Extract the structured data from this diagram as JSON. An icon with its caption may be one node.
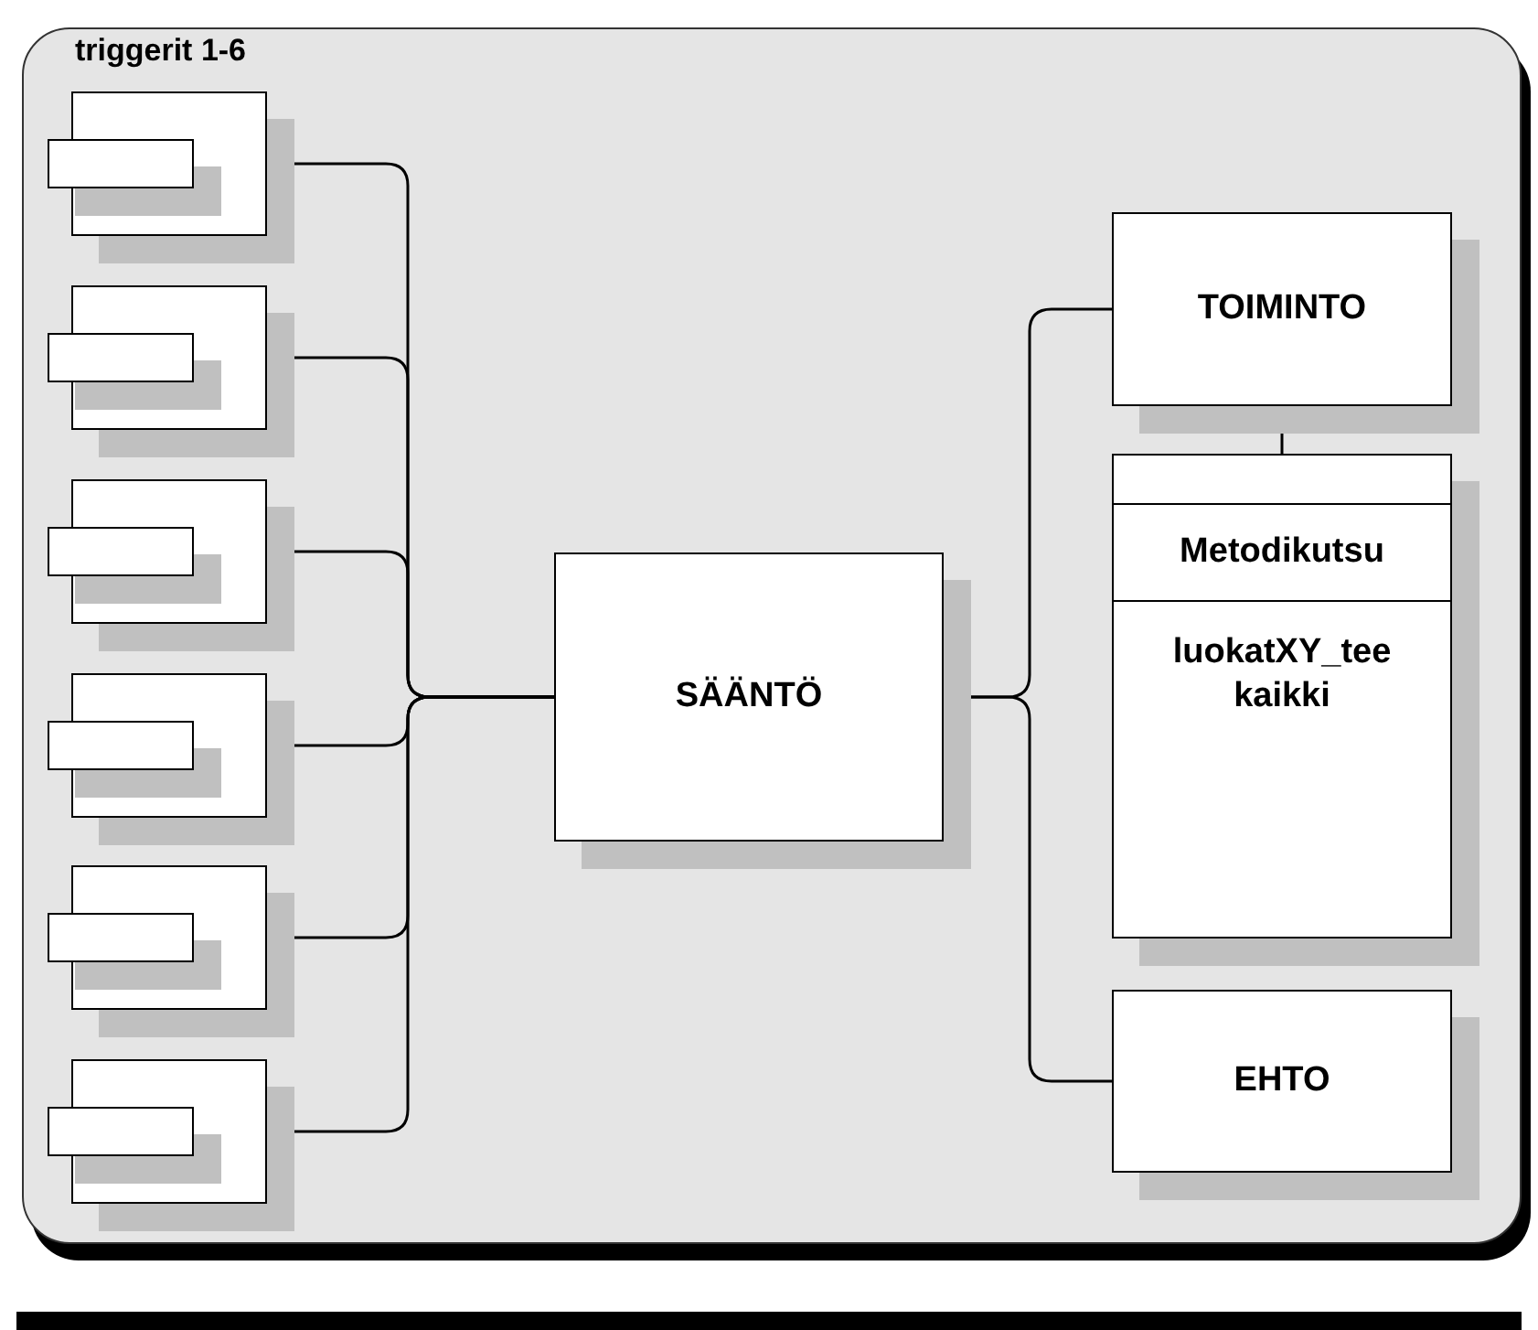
{
  "diagram": {
    "nodes": [
      {
        "text": [
          "triggerit 1-6"
        ]
      },
      {
        "text": [],
        "shape": "component",
        "in": 0
      },
      {
        "text": [],
        "shape": "component",
        "in": 0
      },
      {
        "text": [],
        "shape": "component",
        "in": 0
      },
      {
        "text": [],
        "shape": "component",
        "in": 0
      },
      {
        "text": [],
        "shape": "component",
        "in": 0
      },
      {
        "text": [],
        "shape": "component",
        "in": 0
      },
      {
        "text": [
          "SÄÄNTÖ"
        ],
        "in": 0
      },
      {
        "text": [
          "TOIMINTO"
        ],
        "in": 0
      },
      {
        "text": [
          "Metodikutsu",
          "luokatXY_tee kaikki"
        ],
        "in": 0
      },
      {
        "text": [
          "EHTO"
        ],
        "in": 0
      }
    ],
    "edges": [
      {
        "from": 1,
        "to": 7,
        "arrow": "none"
      },
      {
        "from": 2,
        "to": 7,
        "arrow": "none"
      },
      {
        "from": 3,
        "to": 7,
        "arrow": "none"
      },
      {
        "from": 4,
        "to": 7,
        "arrow": "none"
      },
      {
        "from": 5,
        "to": 7,
        "arrow": "none"
      },
      {
        "from": 6,
        "to": 7,
        "arrow": "none"
      },
      {
        "from": 7,
        "to": 8,
        "arrow": "none"
      },
      {
        "from": 8,
        "to": 9,
        "arrow": "none"
      },
      {
        "from": 7,
        "to": 10,
        "arrow": "none"
      }
    ]
  }
}
